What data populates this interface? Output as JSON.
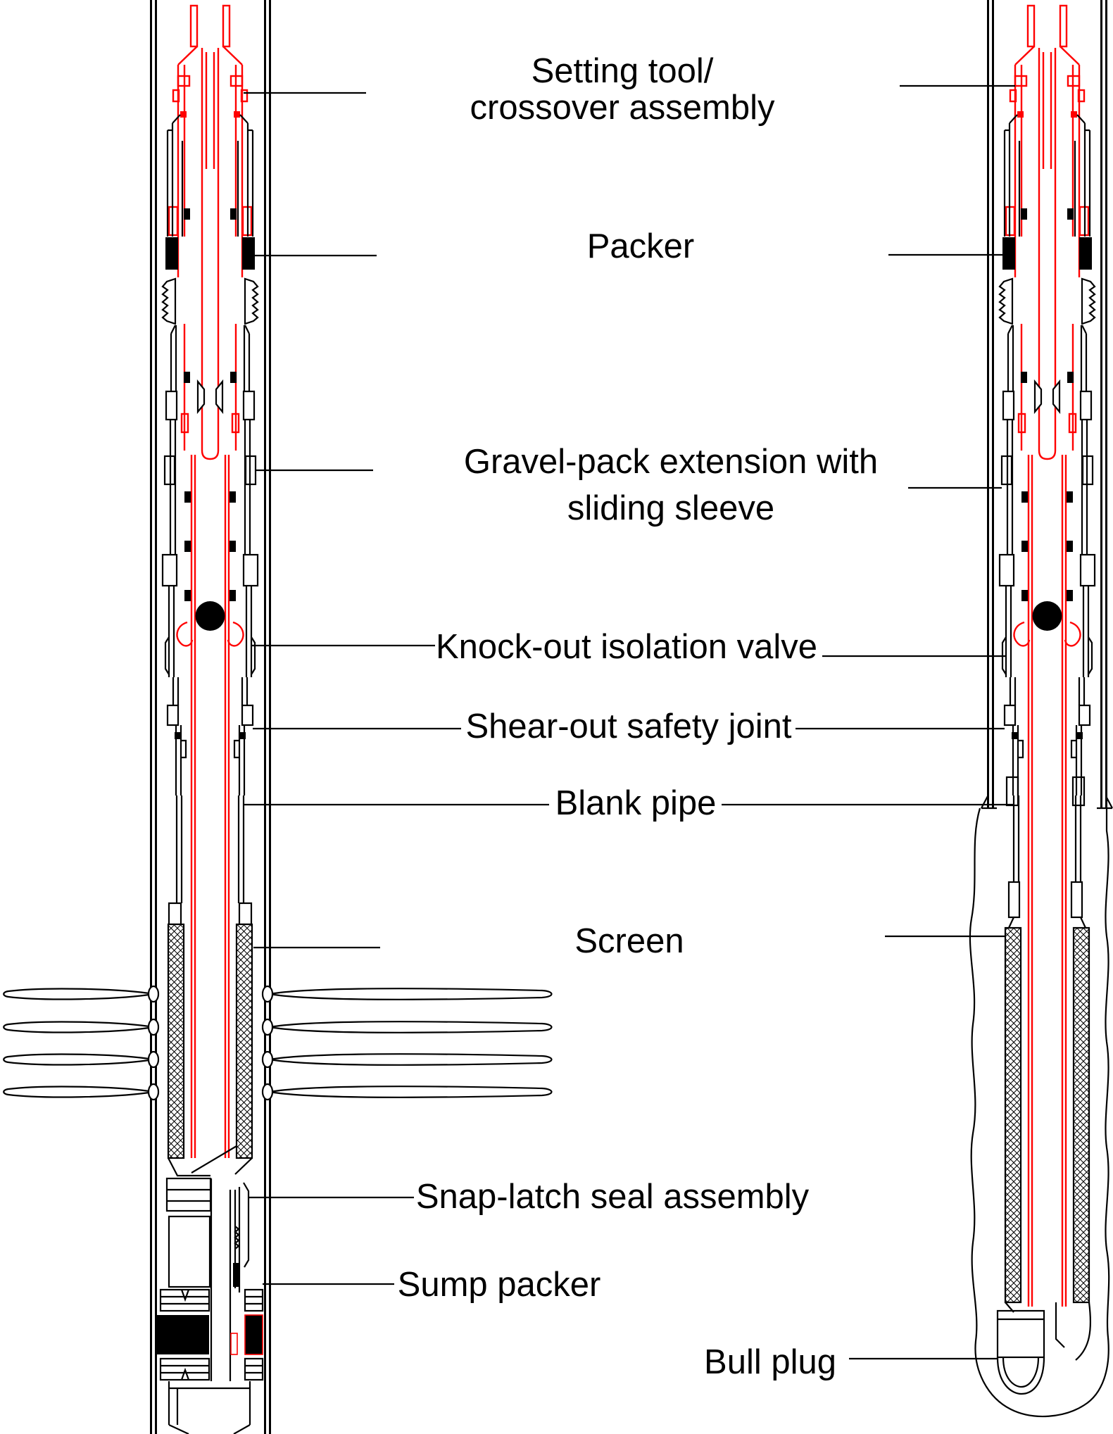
{
  "figure": {
    "description": "Two gravel-pack completion schematics: left cased-hole with perforations, right open-hole, with component labels between them",
    "colors": {
      "background": "#ffffff",
      "line": "#000000",
      "accent": "#ff0000"
    },
    "labels": [
      {
        "id": "setting-tool",
        "lines": [
          "Setting tool/",
          "crossover assembly"
        ]
      },
      {
        "id": "packer",
        "lines": [
          "Packer"
        ]
      },
      {
        "id": "gravel-pack-extension",
        "lines": [
          "Gravel-pack extension with",
          "sliding sleeve"
        ]
      },
      {
        "id": "knock-out-valve",
        "lines": [
          "Knock-out isolation valve"
        ]
      },
      {
        "id": "shear-out-joint",
        "lines": [
          "Shear-out safety joint"
        ]
      },
      {
        "id": "blank-pipe",
        "lines": [
          "Blank pipe"
        ]
      },
      {
        "id": "screen",
        "lines": [
          "Screen"
        ]
      },
      {
        "id": "snap-latch",
        "lines": [
          "Snap-latch seal assembly"
        ]
      },
      {
        "id": "sump-packer",
        "lines": [
          "Sump packer"
        ]
      },
      {
        "id": "bull-plug",
        "lines": [
          "Bull plug"
        ]
      }
    ]
  }
}
